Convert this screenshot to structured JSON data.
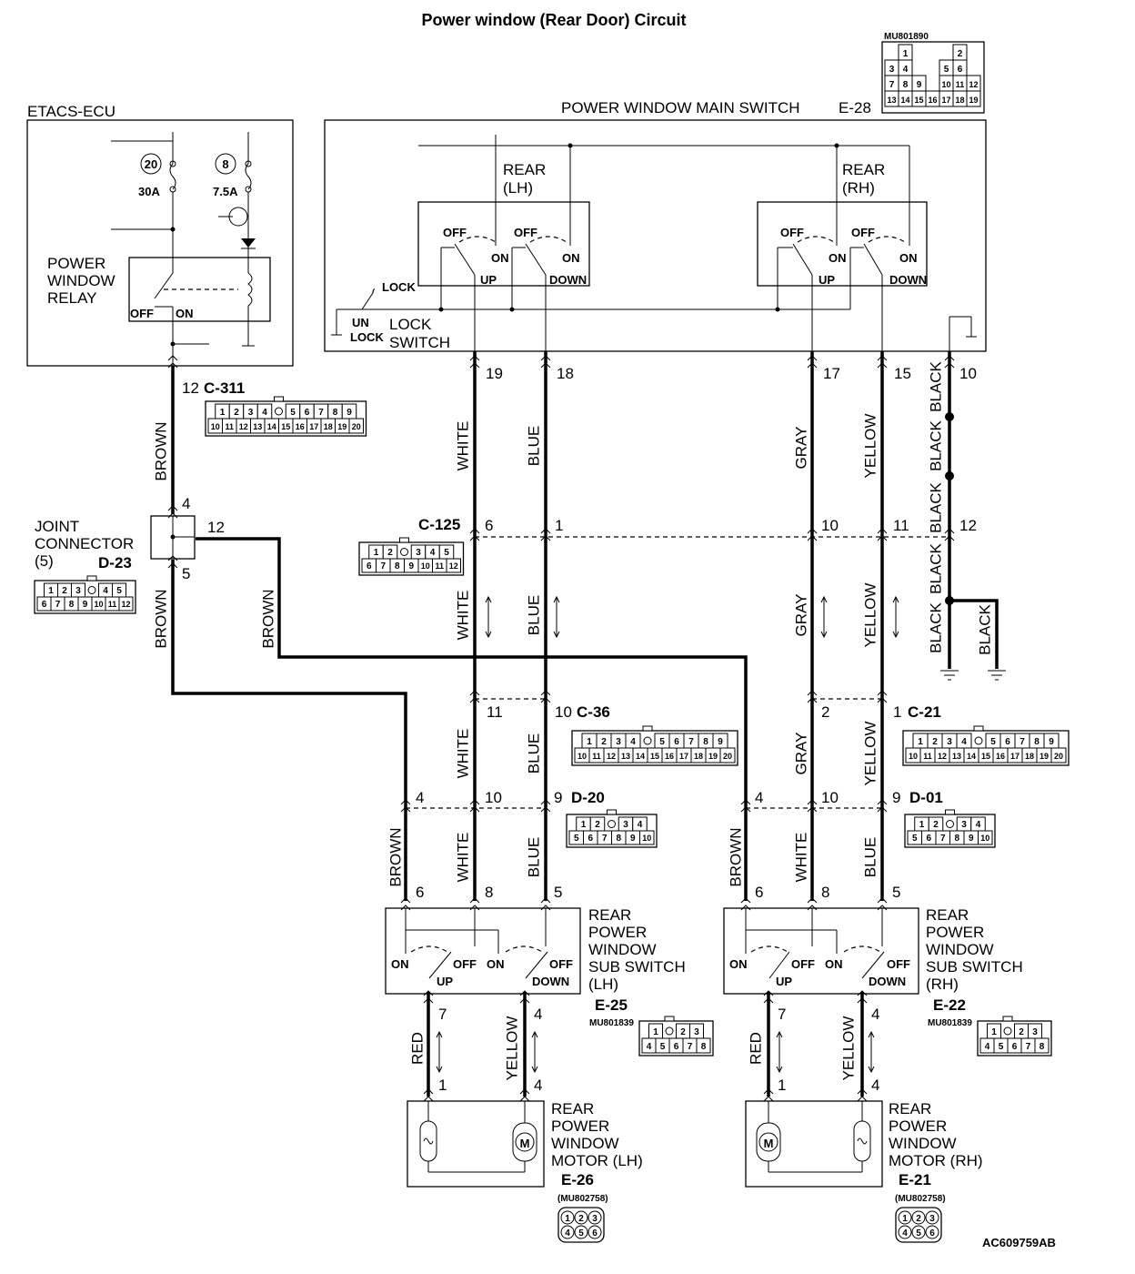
{
  "title": "Power window (Rear Door) Circuit",
  "footer_code": "AC609759AB",
  "top_connector_code": "MU801890",
  "etacs": {
    "label": "ETACS-ECU",
    "fuse_a_num": "20",
    "fuse_a_amp": "30A",
    "fuse_b_num": "8",
    "fuse_b_amp": "7.5A",
    "relay_label": [
      "POWER",
      "WINDOW",
      "RELAY"
    ],
    "relay_off": "OFF",
    "relay_on": "ON"
  },
  "main_switch": {
    "label": "POWER WINDOW MAIN SWITCH",
    "code": "E-28",
    "rear_lh": [
      "REAR",
      "(LH)"
    ],
    "rear_rh": [
      "REAR",
      "(RH)"
    ],
    "off": "OFF",
    "on": "ON",
    "up": "UP",
    "down": "DOWN",
    "lock": "LOCK",
    "unlock": [
      "UN",
      "LOCK"
    ],
    "lock_switch": [
      "LOCK",
      "SWITCH"
    ]
  },
  "pins": {
    "main": [
      "19",
      "18",
      "17",
      "15",
      "10"
    ],
    "c125": [
      "6",
      "1",
      "10",
      "11",
      "12"
    ],
    "c36": [
      "11",
      "10"
    ],
    "c21": [
      "2",
      "1"
    ],
    "d20": [
      "4",
      "10",
      "9"
    ],
    "d01": [
      "4",
      "10",
      "9"
    ],
    "sub_lh": [
      "6",
      "8",
      "5"
    ],
    "sub_rh": [
      "6",
      "8",
      "5"
    ],
    "sub_lh_out": [
      "7",
      "4"
    ],
    "sub_rh_out": [
      "7",
      "4"
    ],
    "motor_lh": [
      "1",
      "4"
    ],
    "motor_rh": [
      "1",
      "4"
    ],
    "c311": "12",
    "joint": [
      "4",
      "12",
      "5"
    ]
  },
  "wire_colors": {
    "brown": "BROWN",
    "white": "WHITE",
    "blue": "BLUE",
    "gray": "GRAY",
    "yellow": "YELLOW",
    "black": "BLACK",
    "red": "RED"
  },
  "connectors": {
    "c311": {
      "code": "C-311",
      "row1": [
        "1",
        "2",
        "3",
        "4",
        "",
        "5",
        "6",
        "7",
        "8",
        "9"
      ],
      "row2": [
        "10",
        "11",
        "12",
        "13",
        "14",
        "15",
        "16",
        "17",
        "18",
        "19",
        "20"
      ]
    },
    "c125": {
      "code": "C-125",
      "row1": [
        "1",
        "2",
        "",
        "3",
        "4",
        "5"
      ],
      "row2": [
        "6",
        "7",
        "8",
        "9",
        "10",
        "11",
        "12"
      ]
    },
    "d23": {
      "code": "D-23",
      "row1": [
        "1",
        "2",
        "3",
        "",
        "4",
        "5"
      ],
      "row2": [
        "6",
        "7",
        "8",
        "9",
        "10",
        "11",
        "12"
      ]
    },
    "c36": {
      "code": "C-36",
      "row1": [
        "1",
        "2",
        "3",
        "4",
        "",
        "5",
        "6",
        "7",
        "8",
        "9"
      ],
      "row2": [
        "10",
        "11",
        "12",
        "13",
        "14",
        "15",
        "16",
        "17",
        "18",
        "19",
        "20"
      ]
    },
    "c21": {
      "code": "C-21",
      "row1": [
        "1",
        "2",
        "3",
        "4",
        "",
        "5",
        "6",
        "7",
        "8",
        "9"
      ],
      "row2": [
        "10",
        "11",
        "12",
        "13",
        "14",
        "15",
        "16",
        "17",
        "18",
        "19",
        "20"
      ]
    },
    "d20": {
      "code": "D-20",
      "row1": [
        "1",
        "2",
        "",
        "3",
        "4"
      ],
      "row2": [
        "5",
        "6",
        "7",
        "8",
        "9",
        "10"
      ]
    },
    "d01": {
      "code": "D-01",
      "row1": [
        "1",
        "2",
        "",
        "3",
        "4"
      ],
      "row2": [
        "5",
        "6",
        "7",
        "8",
        "9",
        "10"
      ]
    },
    "e28": {
      "row1": [
        "",
        "1",
        "",
        "",
        "",
        "2",
        ""
      ],
      "row2": [
        "3",
        "4",
        "",
        "",
        "5",
        "6"
      ],
      "row3": [
        "7",
        "8",
        "9",
        "",
        "10",
        "11",
        "12"
      ],
      "row4": [
        "13",
        "14",
        "15",
        "16",
        "17",
        "18",
        "19"
      ]
    },
    "e25": {
      "code": "E-25",
      "part": "MU801839",
      "row1": [
        "1",
        "",
        "2",
        "3"
      ],
      "row2": [
        "4",
        "5",
        "6",
        "7",
        "8"
      ]
    },
    "e22": {
      "code": "E-22",
      "part": "MU801839",
      "row1": [
        "1",
        "",
        "2",
        "3"
      ],
      "row2": [
        "4",
        "5",
        "6",
        "7",
        "8"
      ]
    },
    "e26": {
      "code": "E-26",
      "part": "(MU802758)",
      "row1": [
        "1",
        "2",
        "3"
      ],
      "row2": [
        "4",
        "5",
        "6"
      ]
    },
    "e21": {
      "code": "E-21",
      "part": "(MU802758)",
      "row1": [
        "1",
        "2",
        "3"
      ],
      "row2": [
        "4",
        "5",
        "6"
      ]
    }
  },
  "joint_connector": [
    "JOINT",
    "CONNECTOR",
    "(5)"
  ],
  "sub_switch_lh": [
    "REAR",
    "POWER",
    "WINDOW",
    "SUB SWITCH",
    "(LH)"
  ],
  "sub_switch_rh": [
    "REAR",
    "POWER",
    "WINDOW",
    "SUB SWITCH",
    "(RH)"
  ],
  "motor_lh": [
    "REAR",
    "POWER",
    "WINDOW",
    "MOTOR (LH)"
  ],
  "motor_rh": [
    "REAR",
    "POWER",
    "WINDOW",
    "MOTOR (RH)"
  ],
  "sub_switch_labels": {
    "on": "ON",
    "off": "OFF",
    "up": "UP",
    "down": "DOWN"
  },
  "motor_symbol": "M"
}
